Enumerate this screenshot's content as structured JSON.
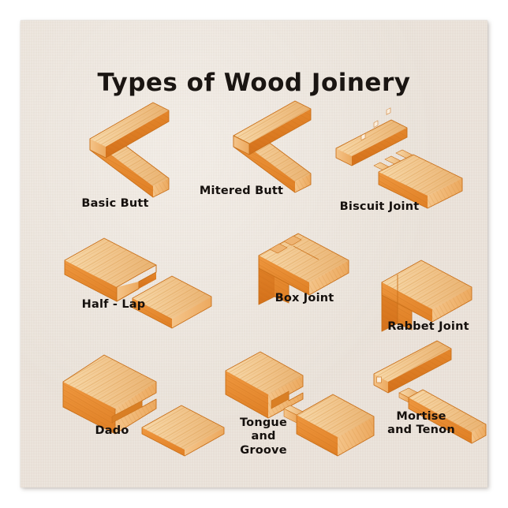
{
  "poster": {
    "title": "Types of Wood Joinery",
    "background_color": "#e9e1d8",
    "title_color": "#1a1512",
    "page_background": "#ffffff"
  },
  "palette": {
    "wood_top_light": "#f6d7a8",
    "wood_top": "#f2c88d",
    "wood_side": "#e98a2b",
    "wood_side_dark": "#d9761c",
    "wood_end": "#f0b673",
    "wood_grain": "#d98c3e",
    "outline": "#c9701a"
  },
  "joints": [
    {
      "id": "basic-butt",
      "label": "Basic Butt",
      "row": 1,
      "column": 1
    },
    {
      "id": "mitered-butt",
      "label": "Mitered Butt",
      "row": 1,
      "column": 2
    },
    {
      "id": "biscuit-joint",
      "label": "Biscuit Joint",
      "row": 1,
      "column": 3
    },
    {
      "id": "half-lap",
      "label": "Half - Lap",
      "row": 2,
      "column": 1
    },
    {
      "id": "box-joint",
      "label": "Box Joint",
      "row": 2,
      "column": 2
    },
    {
      "id": "rabbet-joint",
      "label": "Rabbet Joint",
      "row": 2,
      "column": 3
    },
    {
      "id": "dado",
      "label": "Dado",
      "row": 3,
      "column": 1
    },
    {
      "id": "tongue-and-groove",
      "label": "Tongue\nand\nGroove",
      "row": 3,
      "column": 2
    },
    {
      "id": "mortise-and-tenon",
      "label": "Mortise\nand Tenon",
      "row": 3,
      "column": 3
    }
  ]
}
